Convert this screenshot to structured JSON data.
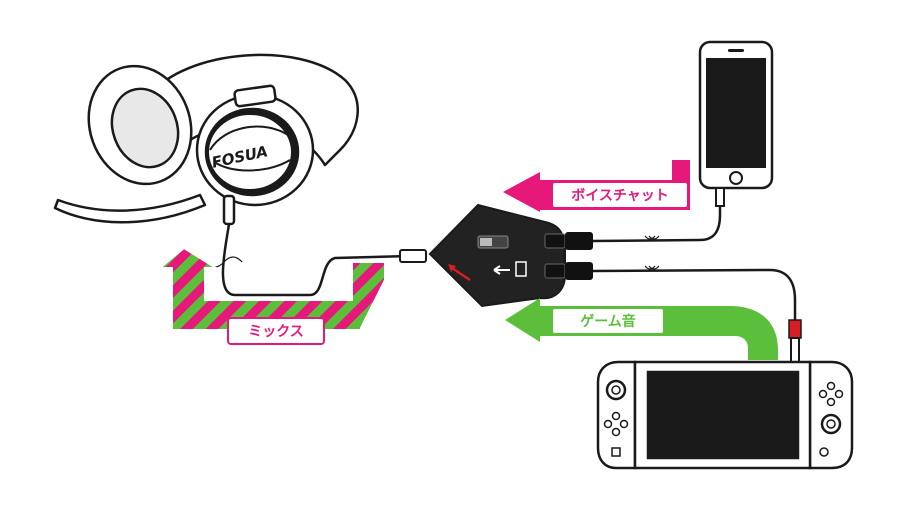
{
  "labels": {
    "voice_chat": "ボイスチャット",
    "game_audio": "ゲーム音",
    "mix": "ミックス",
    "headset_brand": "FOSUA"
  },
  "colors": {
    "voice_chat": "#e6197a",
    "game_audio": "#5bbf3c",
    "mix_stripe_a": "#e6197a",
    "mix_stripe_b": "#5bbf3c",
    "outline": "#1a1a1a",
    "background": "#ffffff",
    "adapter_body": "#222222",
    "plug_red": "#d81e25"
  },
  "icons": [
    "headset-icon",
    "smartphone-icon",
    "game-console-icon",
    "audio-adapter-icon"
  ]
}
